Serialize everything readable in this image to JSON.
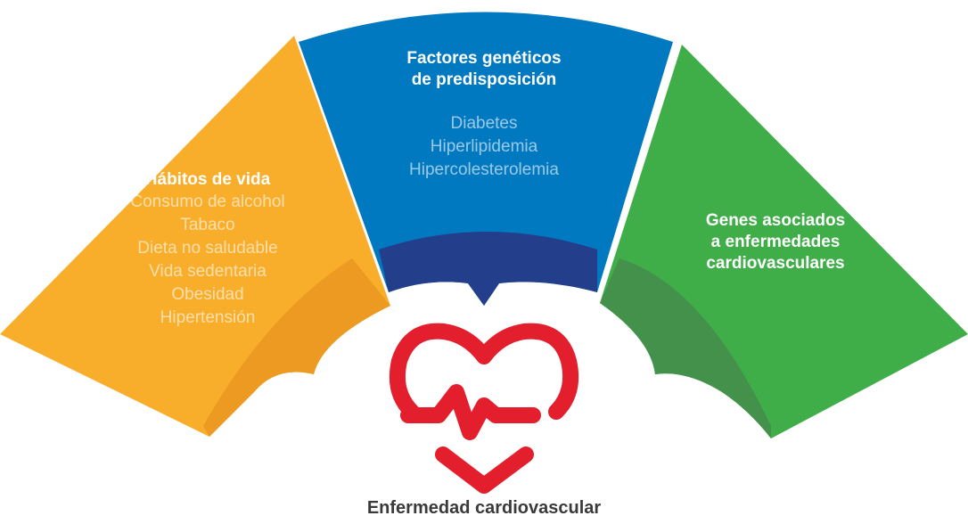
{
  "diagram": {
    "left_segment": {
      "title": "Hábitos de vida",
      "items": [
        "Consumo de alcohol",
        "Tabaco",
        "Dieta no saludable",
        "Vida sedentaria",
        "Obesidad",
        "Hipertensión"
      ],
      "color": "#F9AE2B",
      "inner_color": "#EC9A22"
    },
    "center_segment": {
      "title_line1": "Factores genéticos",
      "title_line2": "de predisposición",
      "items": [
        "Diabetes",
        "Hiperlipidemia",
        "Hipercolesterolemia"
      ],
      "color": "#0079C1",
      "inner_color": "#233E8B"
    },
    "right_segment": {
      "title_line1": "Genes asociados",
      "title_line2": "a enfermedades",
      "title_line3": "cardiovasculares",
      "color": "#3FAE49",
      "inner_color": "#43914A"
    },
    "center_icon": {
      "name": "heart-pulse-icon",
      "color": "#E31E2D"
    },
    "caption": "Enfermedad cardiovascular"
  }
}
